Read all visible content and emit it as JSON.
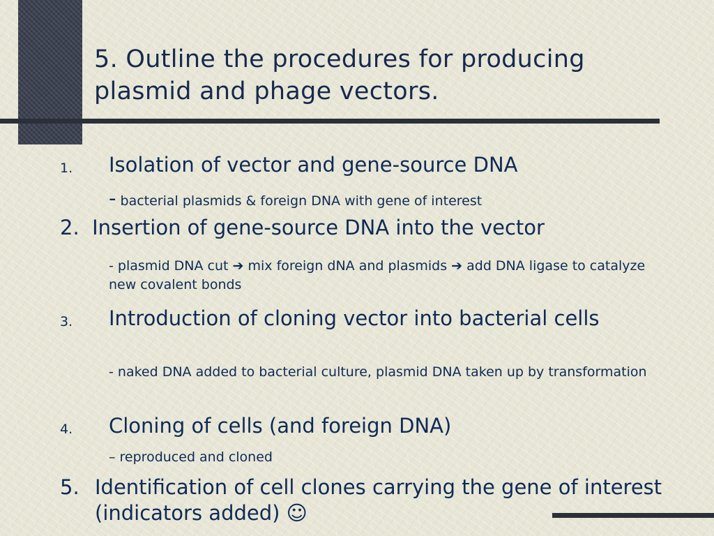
{
  "slide": {
    "title": "5. Outline the procedures for producing plasmid and phage vectors.",
    "items": [
      {
        "number": "1.",
        "title": "Isolation of vector and gene-source DNA",
        "dash": "-",
        "sub": "bacterial plasmids & foreign DNA with gene of interest"
      },
      {
        "number": "2.",
        "title": "Insertion of gene-source DNA into the vector",
        "sub_parts": [
          "- plasmid DNA cut ",
          " mix foreign dNA and plasmids ",
          " add DNA ligase to catalyze new covalent bonds"
        ]
      },
      {
        "number": "3.",
        "title": "Introduction of cloning vector into bacterial cells",
        "sub": "- naked DNA added to bacterial culture, plasmid DNA taken up by transformation"
      },
      {
        "number": "4.",
        "title": "Cloning of cells (and foreign DNA)",
        "sub": "– reproduced and cloned"
      },
      {
        "number": "5.",
        "title": "Identification of cell clones carrying the gene of interest (indicators added) ☺"
      }
    ]
  },
  "icons": {
    "arrow": "right-arrow-icon",
    "smiley": "smiley-icon"
  }
}
